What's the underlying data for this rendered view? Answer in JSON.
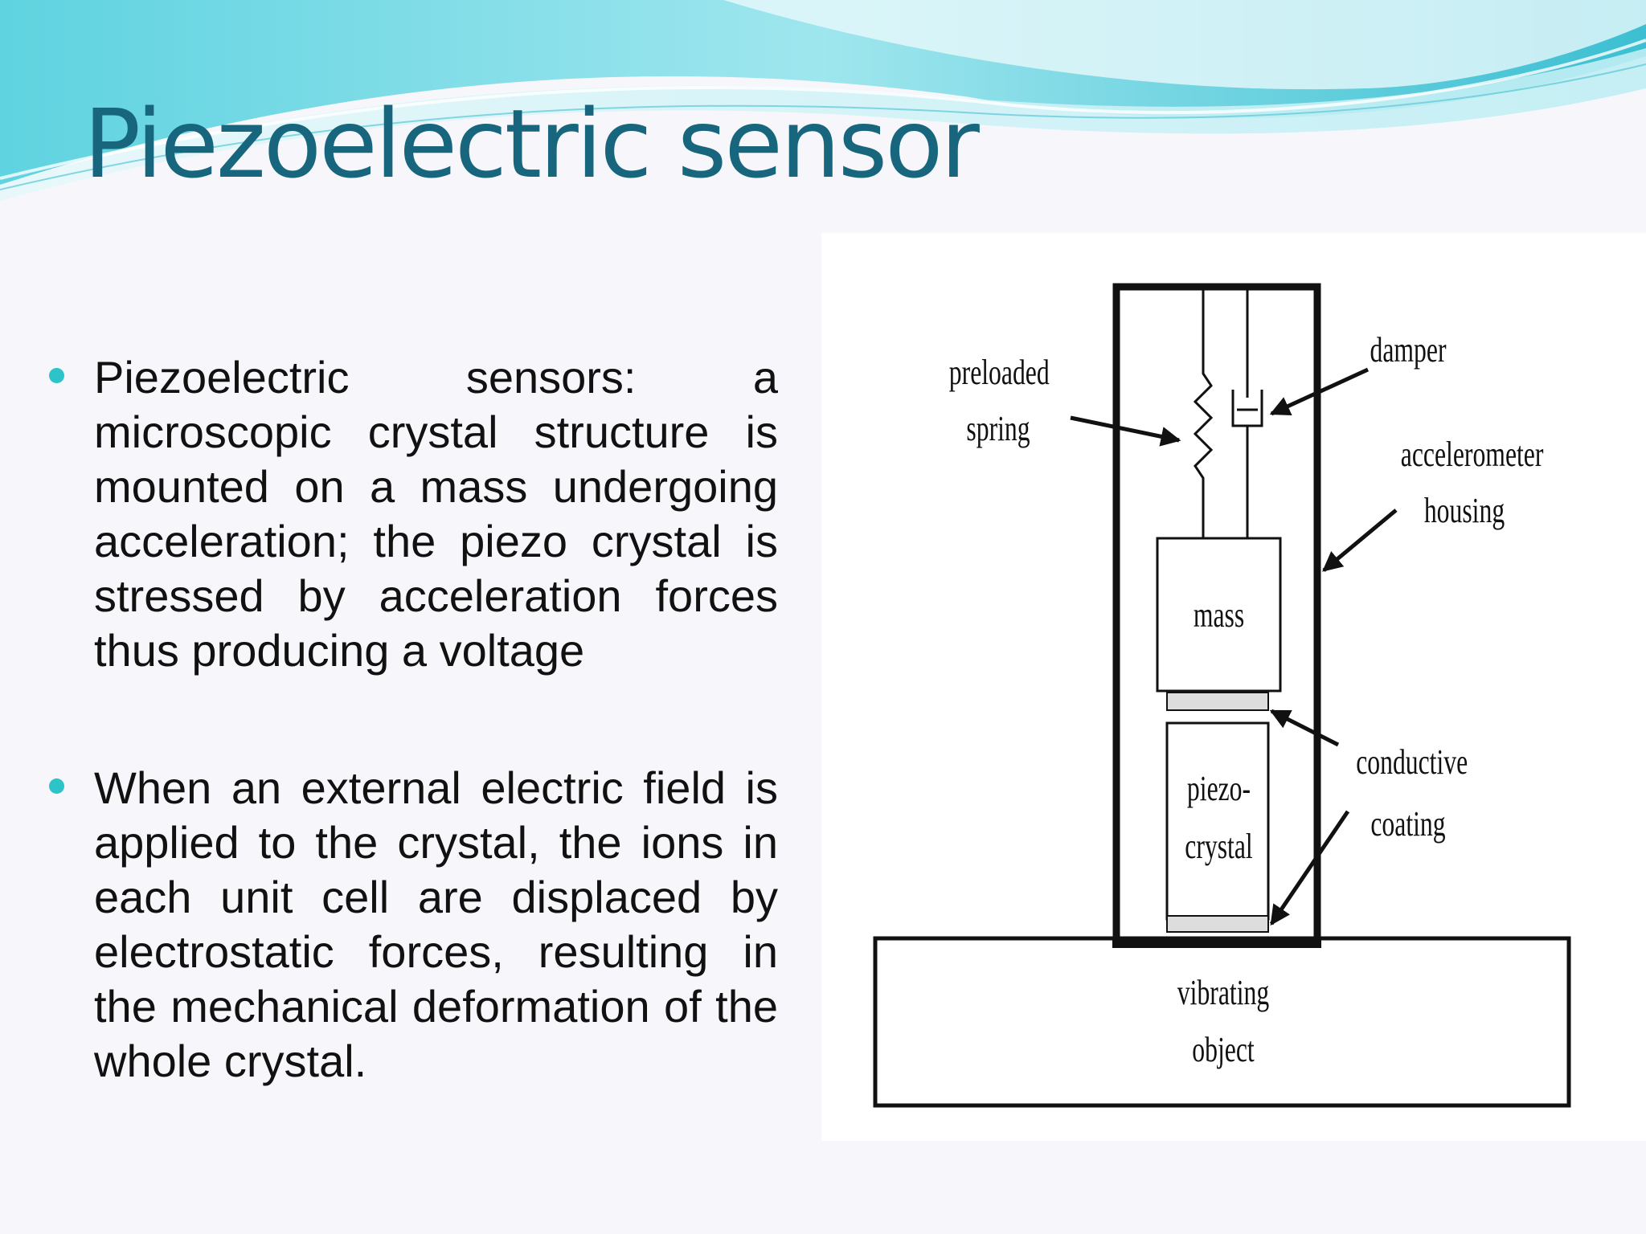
{
  "slide": {
    "title": "Piezoelectric sensor",
    "bullets": [
      "Piezoelectric sensors: a microscopic crystal structure is mounted on a mass undergoing acceleration; the piezo crystal is stressed by acceleration forces thus producing a voltage",
      "When an external electric field is applied to the  crystal, the ions in each unit cell are displaced by electrostatic forces, resulting in the mechanical deformation of the whole crystal."
    ]
  },
  "diagram": {
    "labels": {
      "preloaded": "preloaded",
      "spring": "spring",
      "damper": "damper",
      "accelerometer": "accelerometer",
      "housing": "housing",
      "mass": "mass",
      "piezo": "piezo-",
      "crystal": "crystal",
      "conductive": "conductive",
      "coating": "coating",
      "vibrating": "vibrating",
      "object": "object"
    }
  },
  "colors": {
    "title": "#17667d",
    "bullet": "#2cc3c9",
    "wave_light": "#c9eff3",
    "wave_mid": "#7fdbe3",
    "wave_dark": "#3dbfd0"
  }
}
